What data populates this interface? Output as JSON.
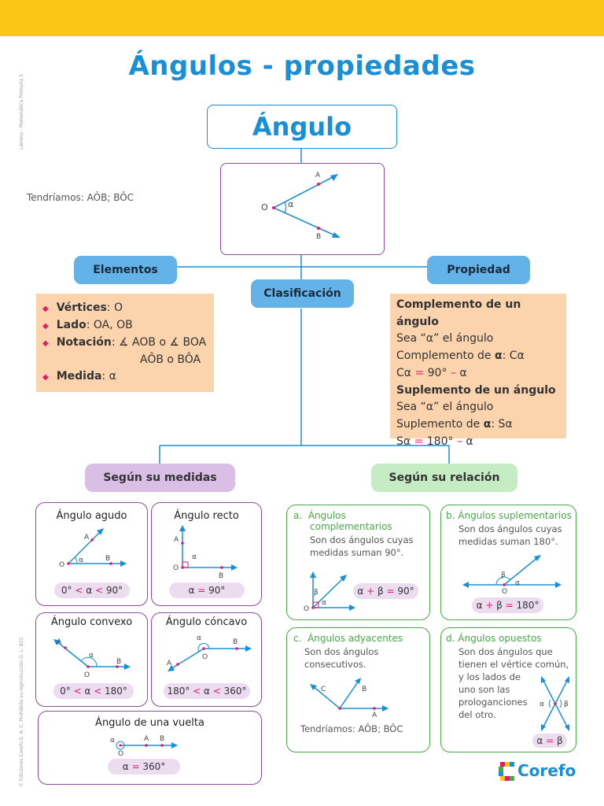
{
  "title": "Ángulos - propiedades",
  "side_note_top": "Lámina - Matemática Primaria 5",
  "side_note_bottom": "© Ediciones Corefo S. A. C. Prohibida su reproducción D. L. 822",
  "main": {
    "heading": "Ángulo",
    "label_o": "O",
    "label_a": "A",
    "label_b": "B",
    "label_alpha": "α",
    "tendriamos": "Tendríamos: AÔB; BÔC"
  },
  "elementos": {
    "label": "Elementos",
    "items": [
      {
        "key": "Vértices",
        "val": ": O"
      },
      {
        "key": "Lado",
        "val": ": OA, OB"
      },
      {
        "key": "Notación",
        "val": ": ∡ AOB o ∡ BOA",
        "val2": "AÔB o BÔA"
      },
      {
        "key": "Medida",
        "val": ": α"
      }
    ]
  },
  "clasificacion": "Clasificación",
  "propiedad": {
    "label": "Propiedad",
    "complemento_title": "Complemento de un ángulo",
    "c_line1": "Sea “α” el ángulo",
    "c_line2_a": "Complemento de ",
    "c_line2_b": "α",
    "c_line2_c": ": Cα",
    "c_line3_a": "Cα ",
    "c_line3_b": "=",
    "c_line3_c": " 90° ",
    "c_line3_d": "–",
    "c_line3_e": " α",
    "suplemento_title": "Suplemento de un ángulo",
    "s_line1": "Sea “α” el ángulo",
    "s_line2_a": "Suplemento de ",
    "s_line2_b": "α",
    "s_line2_c": ": Sα",
    "s_line3_a": "Sα ",
    "s_line3_b": "=",
    "s_line3_c": " 180° ",
    "s_line3_d": "–",
    "s_line3_e": " α"
  },
  "segun_medidas": "Según su medidas",
  "segun_relacion": "Según su relación",
  "medidas": {
    "agudo": {
      "title": "Ángulo agudo",
      "f1": "0° ",
      "f2": "<",
      "f3": " α ",
      "f4": "<",
      "f5": " 90°"
    },
    "recto": {
      "title": "Ángulo recto",
      "f1": "α ",
      "f2": "=",
      "f3": " 90°"
    },
    "convexo": {
      "title": "Ángulo convexo",
      "f1": "0° ",
      "f2": "<",
      "f3": " α ",
      "f4": "<",
      "f5": " 180°"
    },
    "concavo": {
      "title": "Ángulo cóncavo",
      "f1": "180° ",
      "f2": "<",
      "f3": " α ",
      "f4": "<",
      "f5": " 360°"
    },
    "vuelta": {
      "title": "Ángulo de una vuelta",
      "f1": "α ",
      "f2": "=",
      "f3": " 360°"
    }
  },
  "relacion": {
    "a": {
      "letter": "a.",
      "title1": "Ángulos",
      "title2": "complementarios",
      "d1": "Son dos ángulos cuyas",
      "d2": "medidas suman 90°.",
      "f1": "α ",
      "f2": "+",
      "f3": " β ",
      "f4": "=",
      "f5": " 90°"
    },
    "b": {
      "letter": "b.",
      "title": "Ángulos suplementarios",
      "d1": "Son dos ángulos cuyas",
      "d2": "medidas suman 180°.",
      "f1": "α ",
      "f2": "+",
      "f3": " β ",
      "f4": "=",
      "f5": " 180°"
    },
    "c": {
      "letter": "c.",
      "title": "Ángulos adyacentes",
      "d1": "Son dos ángulos",
      "d2": "consecutivos.",
      "tendriamos": "Tendríamos: AÔB; BÔC"
    },
    "d": {
      "letter": "d.",
      "title": "Ángulos opuestos",
      "d1": "Son dos ángulos que",
      "d2": "tienen el vértice común,",
      "d3": "y los lados de",
      "d4": "uno son las",
      "d5": "prologanciones",
      "d6": "del otro.",
      "f1": "α ",
      "f2": "=",
      "f3": " β"
    }
  },
  "diagram_labels": {
    "o": "O",
    "a": "A",
    "b": "B",
    "c": "C",
    "alpha": "α",
    "beta": "β"
  },
  "logo": "Corefo",
  "colors": {
    "yellow": "#fcc614",
    "blue": "#1b8fd6",
    "pill_blue": "#63b3e8",
    "orange": "#fbd3ac",
    "purple": "#8e4a9e",
    "lilac": "#d9bfe5",
    "green": "#4aa84a",
    "light_green": "#c6ecc3",
    "pink": "#e6196e"
  }
}
